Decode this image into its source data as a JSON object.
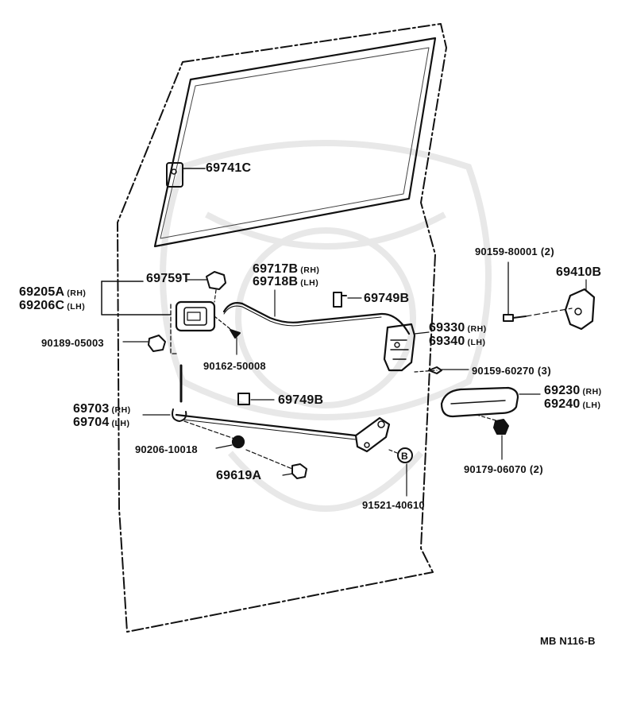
{
  "labels": {
    "p69741c": "69741C",
    "p69759t": "69759T",
    "p69205a": "69205A",
    "p69205a_side": "(RH)",
    "p69206c": "69206C",
    "p69206c_side": "(LH)",
    "p69717b": "69717B",
    "p69717b_side": "(RH)",
    "p69718b": "69718B",
    "p69718b_side": "(LH)",
    "p69749b_top": "69749B",
    "p69749b_mid": "69749B",
    "p90189": "90189-05003",
    "p90162": "90162-50008",
    "p69330": "69330",
    "p69330_side": "(RH)",
    "p69340": "69340",
    "p69340_side": "(LH)",
    "p90159_80001": "90159-80001",
    "p90159_80001_qty": "(2)",
    "p69410b": "69410B",
    "p90159_60270": "90159-60270",
    "p90159_60270_qty": "(3)",
    "p69230": "69230",
    "p69230_side": "(RH)",
    "p69240": "69240",
    "p69240_side": "(LH)",
    "p69703": "69703",
    "p69703_side": "(RH)",
    "p69704": "69704",
    "p69704_side": "(LH)",
    "p90206": "90206-10018",
    "p69619a": "69619A",
    "p91521": "91521-40610",
    "p90179": "90179-06070",
    "p90179_qty": "(2)",
    "ref_code": "MB  N116-B",
    "grommet_letter": "B"
  },
  "colors": {
    "ink": "#111111",
    "watermark": "#e6e6e6",
    "background": "#ffffff"
  }
}
